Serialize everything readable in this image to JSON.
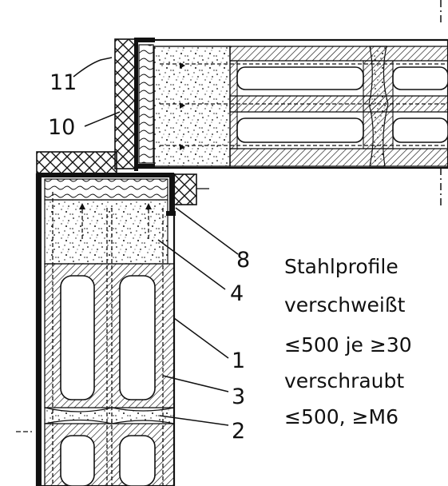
{
  "labels": {
    "l1": "1",
    "l2": "2",
    "l3": "3",
    "l4": "4",
    "l8": "8",
    "l10": "10",
    "l11": "11"
  },
  "notes": {
    "line1": "Stahlprofile",
    "line2": "verschweißt",
    "line3": "≤500 je ≥30",
    "line4": "verschraubt",
    "line5": "≤500, ≥M6"
  },
  "colors": {
    "ink": "#111111",
    "paper": "#ffffff"
  }
}
